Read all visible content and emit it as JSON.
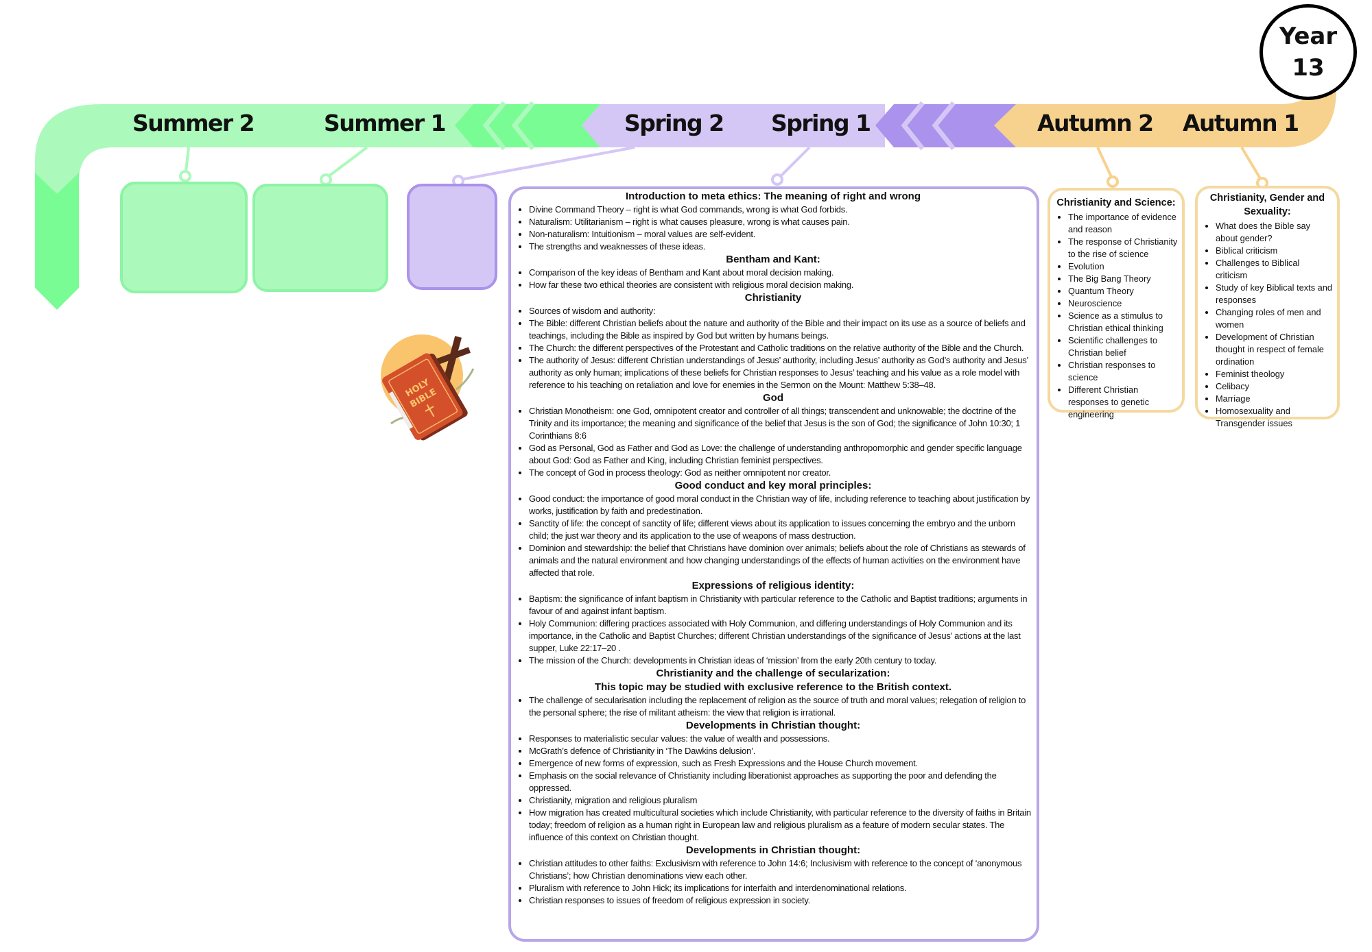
{
  "year_badge": {
    "line1": "Year",
    "line2": "13"
  },
  "terms": [
    "Summer 2",
    "Summer 1",
    "Spring 2",
    "Spring 1",
    "Autumn 2",
    "Autumn 1"
  ],
  "colors": {
    "summer": "#abf9bb",
    "summer_dark": "#7afc94",
    "spring": "#d5c7f5",
    "spring_dark": "#ab92ec",
    "autumn": "#f7d28e"
  },
  "illustration": {
    "book_text": "HOLY BIBLE"
  },
  "spring1": {
    "sections": [
      {
        "heading": "Introduction to meta ethics: The meaning of right and wrong",
        "items": [
          "Divine Command Theory – right is what God commands, wrong is what God forbids.",
          "Naturalism: Utilitarianism – right is what causes pleasure, wrong is what causes pain.",
          "Non-naturalism: Intuitionism – moral values are self-evident.",
          "The strengths and weaknesses of these ideas."
        ]
      },
      {
        "heading": "Bentham and Kant:",
        "items": [
          "Comparison of the key ideas of Bentham and Kant about moral decision making.",
          "How far these two ethical theories are consistent with religious moral decision making."
        ]
      },
      {
        "heading": "Christianity",
        "items": [
          "Sources of wisdom and authority:",
          "The Bible: different Christian beliefs about the nature and authority of the Bible and their impact on its use as a source of beliefs and teachings, including the Bible as inspired by God but written by humans beings.",
          "The Church: the different perspectives of the Protestant and Catholic traditions on the relative authority of the Bible and the Church.",
          "The authority of Jesus: different Christian understandings of Jesus’ authority, including Jesus’ authority as God’s authority and Jesus’ authority as only human; implications of these beliefs for Christian responses to Jesus’ teaching and his value as a role model with reference to his teaching on retaliation and love for enemies in the Sermon on the Mount: Matthew 5:38–48."
        ]
      },
      {
        "heading": "God",
        "items": [
          "Christian Monotheism: one God, omnipotent creator and controller of all things; transcendent and unknowable; the doctrine of the Trinity and its importance; the meaning and significance of the belief that Jesus is the son of God; the significance of John 10:30; 1 Corinthians 8:6",
          "God as Personal, God as Father and God as Love: the challenge of understanding anthropomorphic and gender specific language about God: God as Father and King, including Christian feminist perspectives.",
          "The concept of God in process theology: God as neither omnipotent nor creator."
        ]
      },
      {
        "heading": "Good conduct and key moral principles:",
        "items": [
          "Good conduct: the importance of good moral conduct in the Christian way of life, including reference to teaching about justification by works, justification by faith and predestination.",
          "Sanctity of life: the concept of sanctity of life; different views about its application to issues concerning the embryo and the unborn child; the just war theory and its application to the use of weapons of mass destruction.",
          "Dominion and stewardship: the belief that Christians have dominion over animals; beliefs about the role of Christians as stewards of animals and the natural environment and how changing understandings of the effects of human activities on the environment have affected that role."
        ]
      },
      {
        "heading": "Expressions of religious identity:",
        "items": [
          "Baptism: the significance of infant baptism in Christianity with particular reference to the Catholic and Baptist traditions; arguments in favour of and against infant baptism.",
          "Holy Communion: differing practices associated with Holy Communion, and differing understandings of Holy Communion and its importance, in the Catholic and Baptist Churches; different Christian understandings of the significance of Jesus’ actions at the last supper, Luke 22:17–20 .",
          "The mission of the Church: developments in Christian ideas of ‘mission’ from the early 20th century to today."
        ]
      },
      {
        "heading": "Christianity and the challenge of secularization:",
        "subheading": "This topic may be studied with exclusive reference to the British context.",
        "items": [
          "The challenge of secularisation including the replacement of religion as the source of truth and moral values; relegation of religion to the personal sphere; the rise of militant atheism: the view that religion is irrational."
        ]
      },
      {
        "heading": "Developments in Christian thought:",
        "items": [
          "Responses to materialistic secular values: the value of wealth and possessions.",
          "McGrath’s defence of Christianity in ‘The Dawkins delusion’.",
          "Emergence of new forms of expression, such as Fresh Expressions and the House Church movement.",
          "Emphasis on the social relevance of Christianity including liberationist approaches as supporting the poor and defending the oppressed.",
          "Christianity, migration and religious pluralism",
          "How migration has created multicultural societies which include Christianity, with particular reference to the diversity of faiths in Britain today; freedom of religion as a human right in European law and religious pluralism as a feature of modern secular states. The influence of this context on Christian thought."
        ]
      },
      {
        "heading": "Developments in Christian thought:",
        "items": [
          "Christian attitudes to other faiths: Exclusivism with reference to John 14:6; Inclusivism with reference to the concept of ‘anonymous Christians’; how Christian denominations view each other.",
          "Pluralism with reference to John Hick; its implications for interfaith and interdenominational relations.",
          "Christian responses to issues of freedom of religious expression in society."
        ]
      }
    ]
  },
  "autumn2": {
    "heading": "Christianity and Science:",
    "items": [
      "The importance of evidence and reason",
      "The response of Christianity to the rise of science",
      "Evolution",
      "The Big Bang Theory",
      "Quantum Theory",
      "Neuroscience",
      "Science as a stimulus to Christian ethical thinking",
      "Scientific challenges to Christian belief",
      "Christian responses to science",
      "Different Christian responses to genetic engineering"
    ]
  },
  "autumn1": {
    "heading": "Christianity, Gender and Sexuality:",
    "items": [
      "What does the Bible say about gender?",
      "Biblical criticism",
      "Challenges to Biblical criticism",
      "Study of key Biblical texts and responses",
      "Changing roles of men and women",
      "Development of Christian thought in respect of female ordination",
      "Feminist theology",
      "Celibacy",
      "Marriage",
      "Homosexuality and Transgender issues"
    ]
  }
}
